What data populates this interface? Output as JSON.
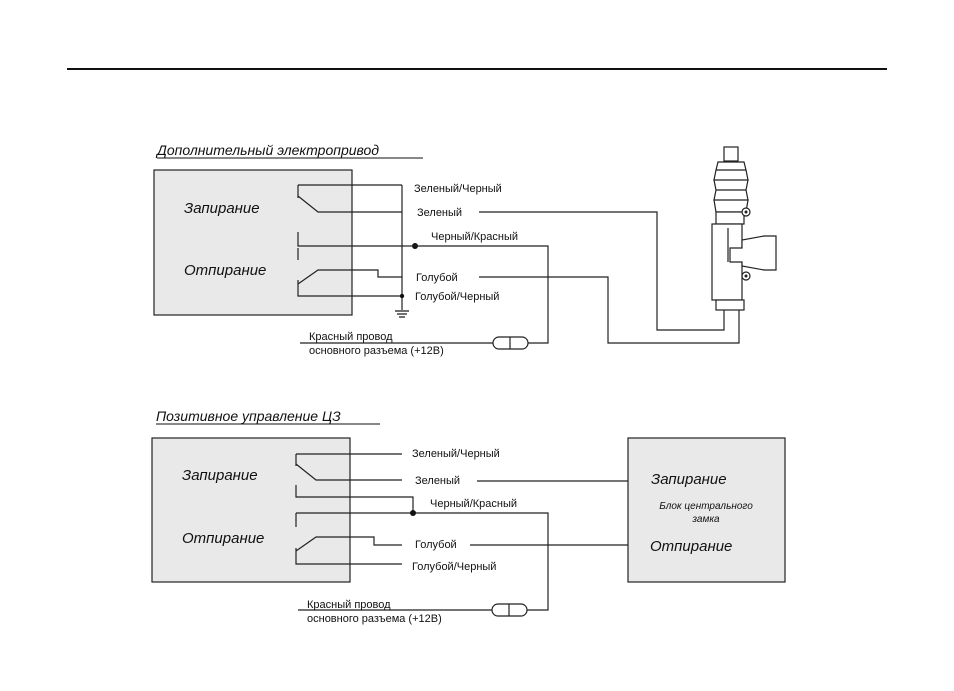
{
  "section1": {
    "title": "Дополнительный электропривод",
    "lock_label": "Запирание",
    "unlock_label": "Отпирание",
    "wires": {
      "green_black": "Зеленый/Черный",
      "green": "Зеленый",
      "black_red": "Черный/Красный",
      "blue": "Голубой",
      "blue_black": "Голубой/Черный"
    },
    "power_line1": "Красный провод",
    "power_line2": "основного разъема (+12В)"
  },
  "section2": {
    "title": "Позитивное управление ЦЗ",
    "lock_label": "Запирание",
    "unlock_label": "Отпирание",
    "wires": {
      "green_black": "Зеленый/Черный",
      "green": "Зеленый",
      "black_red": "Черный/Красный",
      "blue": "Голубой",
      "blue_black": "Голубой/Черный"
    },
    "power_line1": "Красный провод",
    "power_line2": "основного разъема (+12В)",
    "central_unit": {
      "lock_label": "Запирание",
      "name_line1": "Блок центрального",
      "name_line2": "замка",
      "unlock_label": "Отпирание"
    }
  }
}
